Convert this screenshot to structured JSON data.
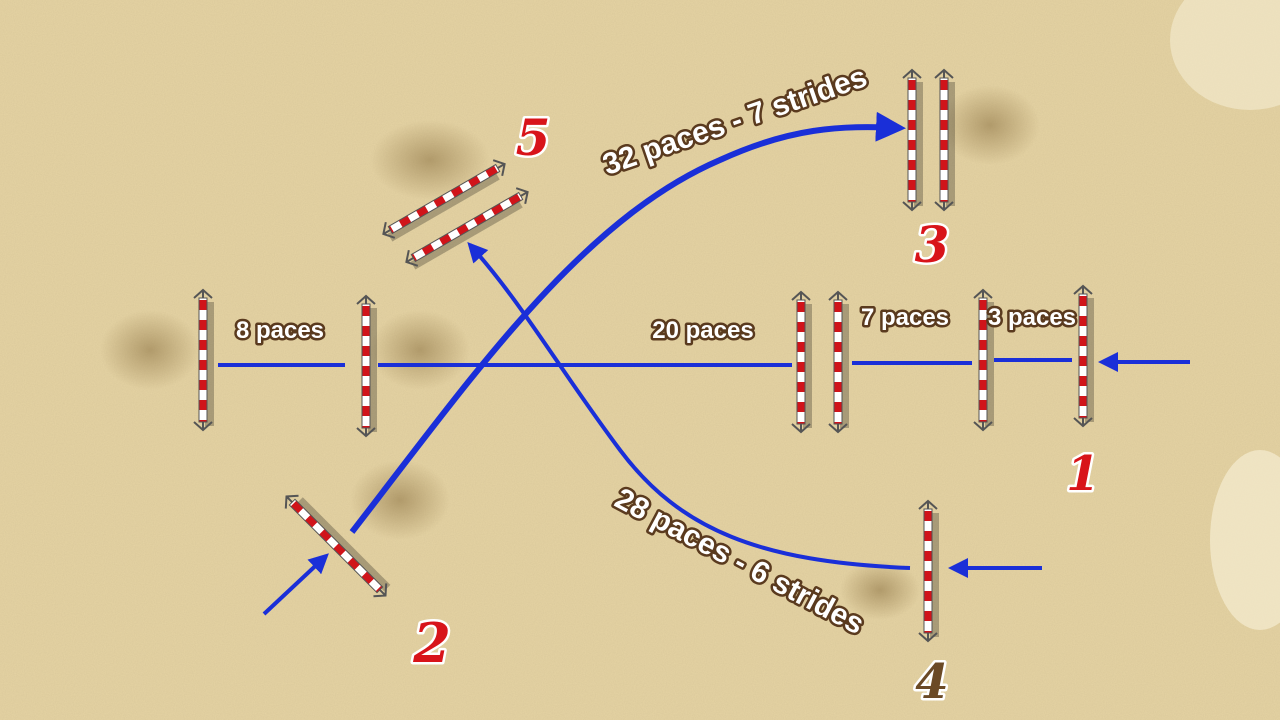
{
  "labels": {
    "dist_8": "8 paces",
    "dist_20": "20 paces",
    "dist_7": "7 paces",
    "dist_3": "3 paces",
    "line_32": "32 paces - 7 strides",
    "line_28": "28 paces - 6 strides"
  },
  "fences": {
    "n1": "1",
    "n2": "2",
    "n3": "3",
    "n4": "4",
    "n5": "5"
  },
  "colors": {
    "sand": "#e6d4a4",
    "path": "#1a2fd8",
    "pole_red": "#d0141a",
    "pole_white": "#ffffff",
    "number_red": "#d8141a",
    "number_brown": "#6b4a26",
    "label_outline": "#5a3a1e"
  }
}
